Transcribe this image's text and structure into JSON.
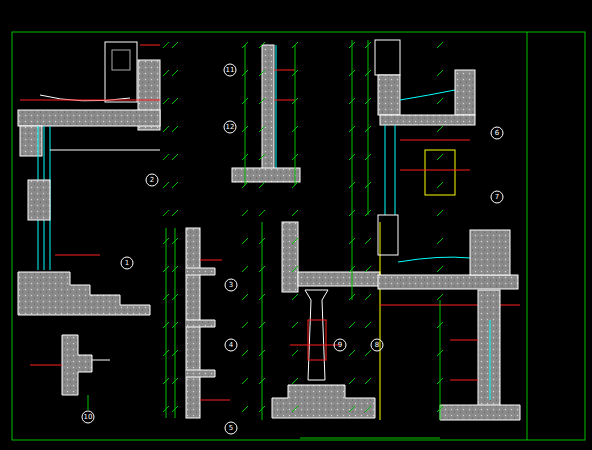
{
  "diagram": {
    "labels": [
      "1",
      "2",
      "3",
      "4",
      "5",
      "6",
      "7",
      "8",
      "9",
      "10",
      "11",
      "12"
    ]
  }
}
